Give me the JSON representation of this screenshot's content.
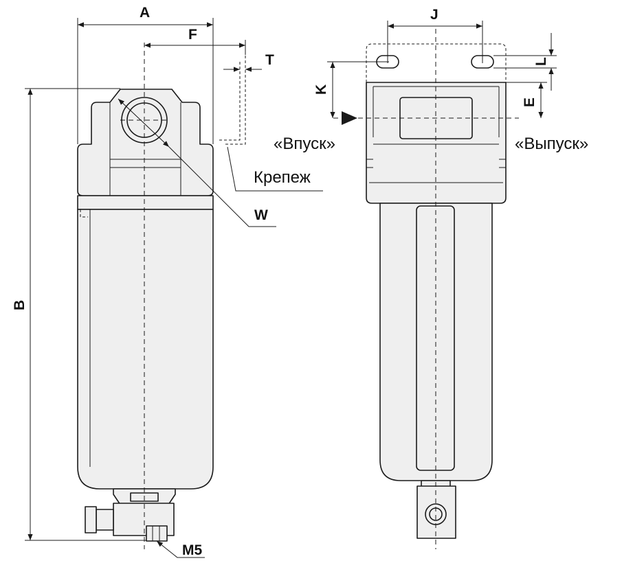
{
  "dimensions": {
    "a": "A",
    "b": "B",
    "f": "F",
    "t": "T",
    "w": "W",
    "m5": "M5",
    "j": "J",
    "k": "K",
    "l": "L",
    "e": "E"
  },
  "callouts": {
    "mounting": "Крепеж",
    "inlet": "«Впуск»",
    "outlet": "«Выпуск»"
  }
}
